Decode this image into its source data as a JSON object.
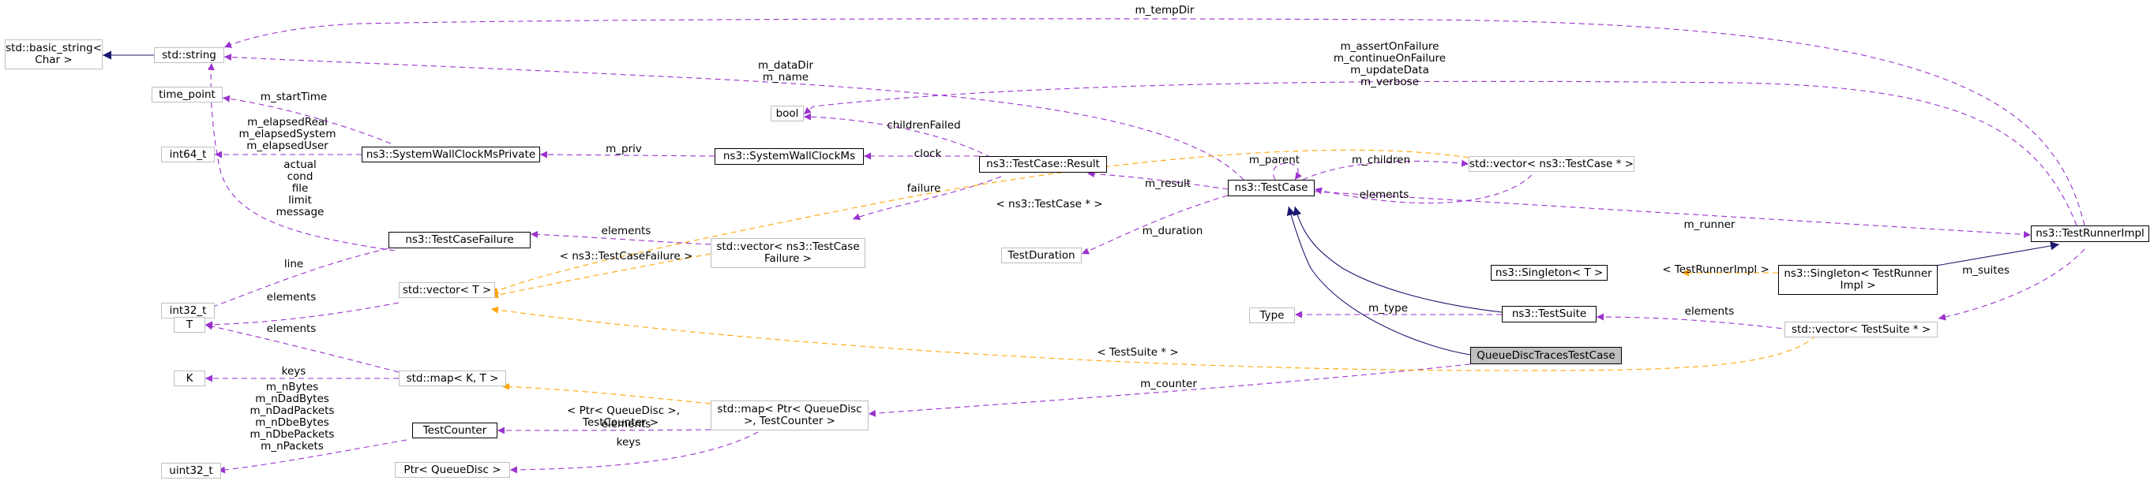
{
  "colors": {
    "usage_edge": "#9a32cd",
    "template_edge": "#ffa500",
    "inheritance_edge": "#191970",
    "external_node_border": "#bfbfbf",
    "focus_node_fill": "#bfbfbf"
  },
  "nodes": {
    "basic_string": "std::basic_string<\nChar >",
    "string": "std::string",
    "time_point": "time_point",
    "int64": "int64_t",
    "int32": "int32_t",
    "t": "T",
    "k": "K",
    "uint32": "uint32_t",
    "bool": "bool",
    "wallclock_private": "ns3::SystemWallClockMsPrivate",
    "wallclock": "ns3::SystemWallClockMs",
    "testcase_failure": "ns3::TestCaseFailure",
    "vector_t": "std::vector< T >",
    "map_kt": "std::map< K, T >",
    "testcounter": "TestCounter",
    "ptr_queuedisc": "Ptr< QueueDisc >",
    "result": "ns3::TestCase::Result",
    "vector_failure": "std::vector< ns3::TestCase\nFailure >",
    "map_counter": "std::map< Ptr< QueueDisc\n>, TestCounter >",
    "testduration": "TestDuration",
    "testcase": "ns3::TestCase",
    "vector_testcase": "std::vector< ns3::TestCase * >",
    "type": "Type",
    "testsuite": "ns3::TestSuite",
    "queue_disc_traces": "QueueDiscTracesTestCase",
    "singleton_t": "ns3::Singleton< T >",
    "singleton_runner": "ns3::Singleton< TestRunner\nImpl >",
    "vector_testsuite": "std::vector< TestSuite * >",
    "runner_impl": "ns3::TestRunnerImpl"
  },
  "edge_labels": {
    "m_tempDir": "m_tempDir",
    "runner_bools": "m_assertOnFailure\nm_continueOnFailure\nm_updateData\nm_verbose",
    "data_dir_name": "m_dataDir\nm_name",
    "m_startTime": "m_startTime",
    "elapsed": "m_elapsedReal\nm_elapsedSystem\nm_elapsedUser",
    "m_priv": "m_priv",
    "childrenFailed": "childrenFailed",
    "clock": "clock",
    "failure_strings": "actual\ncond\nfile\nlimit\nmessage",
    "failure": "failure",
    "m_result": "m_result",
    "m_parent": "m_parent",
    "m_children": "m_children",
    "vec_tc_elements": "elements",
    "tpl_testcase": "< ns3::TestCase * >",
    "failure_elements": "elements",
    "tpl_failure": "< ns3::TestCaseFailure >",
    "line": "line",
    "m_duration": "m_duration",
    "m_runner": "m_runner",
    "vt_elements": "elements",
    "map_t_elements": "elements",
    "tpl_testrunner": "< TestRunnerImpl >",
    "m_type": "m_type",
    "suite_elements": "elements",
    "m_suites": "m_suites",
    "tpl_testsuite": "< TestSuite * >",
    "keys_k": "keys",
    "tpl_ptr_counter": "< Ptr< QueueDisc >,\nTestCounter >",
    "m_counter": "m_counter",
    "counters": "m_nBytes\nm_nDadBytes\nm_nDadPackets\nm_nDbeBytes\nm_nDbePackets\nm_nPackets",
    "counter_elements": "elements",
    "keys_ptr": "keys"
  }
}
